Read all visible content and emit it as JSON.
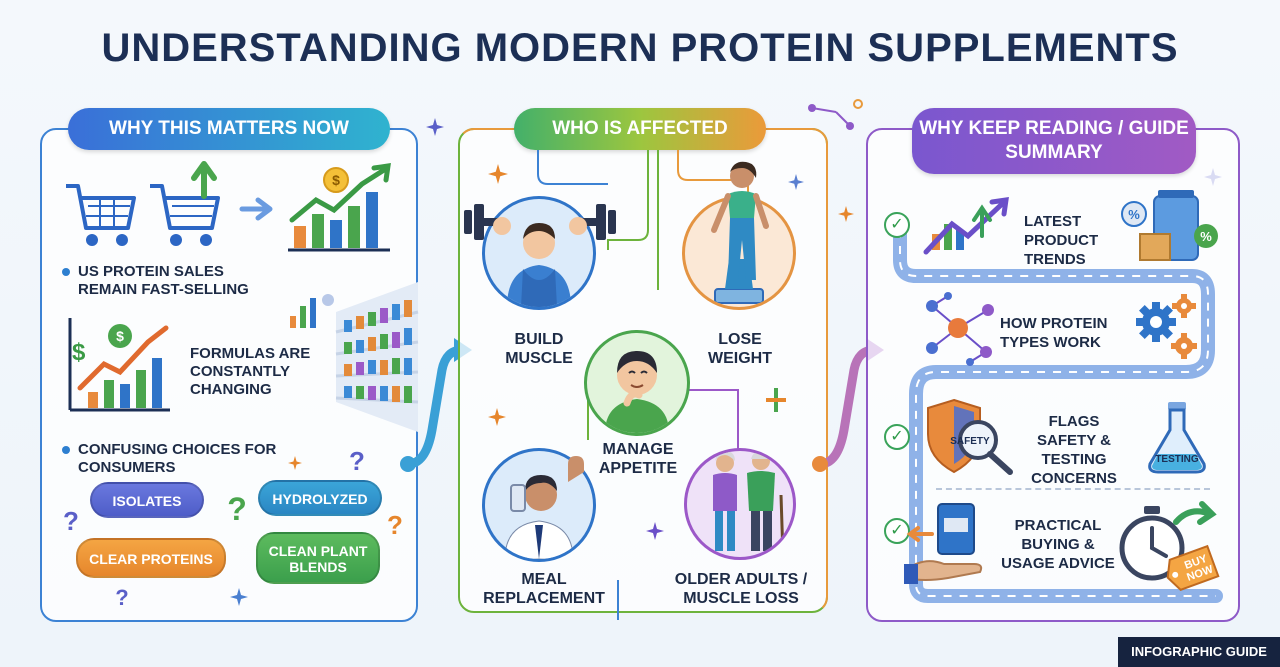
{
  "title": "UNDERSTANDING MODERN PROTEIN SUPPLEMENTS",
  "sections": {
    "left": {
      "heading": "WHY THIS MATTERS NOW",
      "points": [
        "US PROTEIN SALES REMAIN FAST-SELLING",
        "FORMULAS ARE CONSTANTLY CHANGING",
        "CONFUSING CHOICES FOR CONSUMERS"
      ],
      "bubbles": [
        "ISOLATES",
        "HYDROLYZED",
        "CLEAR PROTEINS",
        "CLEAN PLANT BLENDS"
      ]
    },
    "middle": {
      "heading": "WHO IS AFFECTED",
      "groups": [
        "BUILD MUSCLE",
        "LOSE WEIGHT",
        "MANAGE APPETITE",
        "MEAL REPLACEMENT",
        "OLDER ADULTS / MUSCLE LOSS"
      ]
    },
    "right": {
      "heading": "WHY KEEP READING / GUIDE SUMMARY",
      "items": [
        "LATEST PRODUCT TRENDS",
        "HOW PROTEIN TYPES WORK",
        "FLAGS SAFETY & TESTING CONCERNS",
        "PRACTICAL BUYING & USAGE ADVICE"
      ],
      "icon_texts": {
        "shield": "SAFETY",
        "flask": "TESTING",
        "tag": "BUY NOW"
      }
    }
  },
  "footer_tag": "INFOGRAPHIC GUIDE",
  "colors": {
    "navy": "#1c2f55",
    "blue": "#3c82d4",
    "green": "#4aa54d",
    "orange": "#e89a3c",
    "purple": "#8e5ac8"
  }
}
